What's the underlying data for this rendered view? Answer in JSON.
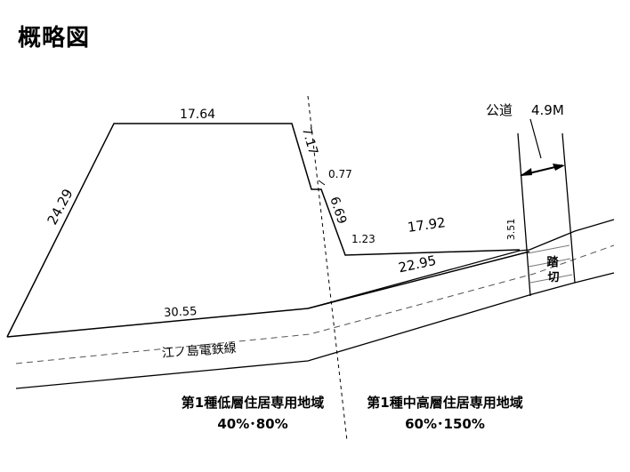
{
  "title": "概略図",
  "dimensions": {
    "top": "17.64",
    "left_slope": "24.29",
    "notch_slope": "7.17",
    "notch_step": "0.77",
    "diag": "6.69",
    "small_step": "1.23",
    "upper_right": "17.92",
    "bottom_right": "22.95",
    "right_edge": "3.51",
    "bottom_left": "30.55"
  },
  "road": {
    "label": "公道",
    "width": "4.9M"
  },
  "railway": {
    "name": "江ノ島電鉄線",
    "crossing_1": "踏",
    "crossing_2": "切"
  },
  "zones": {
    "left_name": "第1種低層住居専用地域",
    "left_ratio": "40%･80%",
    "right_name": "第1種中高層住居専用地域",
    "right_ratio": "60%･150%"
  }
}
